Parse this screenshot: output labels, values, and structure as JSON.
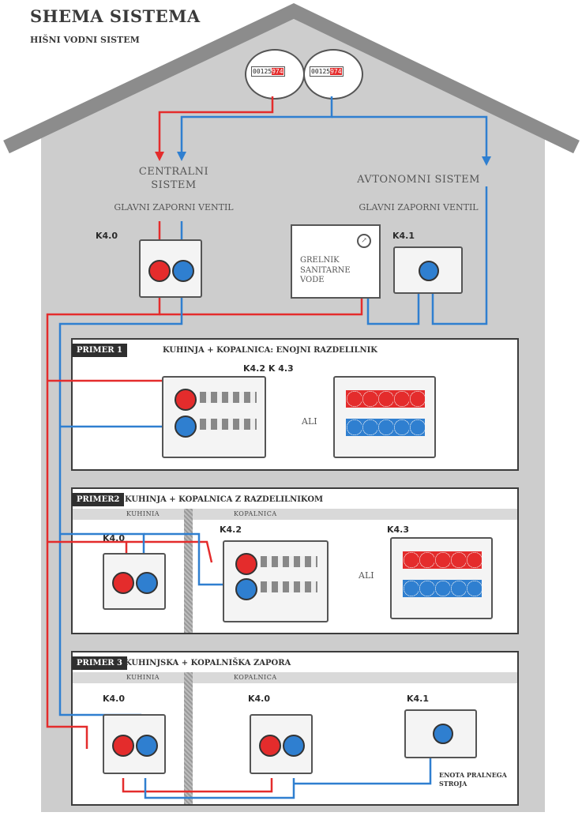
{
  "header": {
    "title": "SHEMA SISTEMA",
    "subtitle": "HIŠNI VODNI SISTEM"
  },
  "meters": {
    "left": {
      "digits_black": "00125",
      "digits_red": "974"
    },
    "right": {
      "digits_black": "00125",
      "digits_red": "974"
    }
  },
  "central": {
    "title_line1": "CENTRALNI",
    "title_line2": "SISTEM",
    "valve": "GLAVNI ZAPORNI VENTIL",
    "unit": "K4.0"
  },
  "autonomous": {
    "title": "AVTONOMNI SISTEM",
    "valve": "GLAVNI ZAPORNI VENTIL",
    "unit": "K4.1"
  },
  "heater": {
    "line1": "GRELNIK",
    "line2": "SANITARNE",
    "line3": "VODE"
  },
  "example1": {
    "tag": "PRIMER 1",
    "title": "KUHINJA + KOPALNICA: ENOJNI RAZDELILNIK",
    "units": "K4.2 K 4.3",
    "or": "ALI"
  },
  "example2": {
    "tag": "PRIMER2",
    "title": "KUHINJA + KOPALNICA Z RAZDELILNIKOM",
    "room_left": "KUHINIA",
    "room_right": "KOPALNICA",
    "unit_left": "K4.0",
    "unit_mid": "K4.2",
    "unit_right": "K4.3",
    "or": "ALI"
  },
  "example3": {
    "tag": "PRIMER 3",
    "title": "KUHINJSKA + KOPALNIŠKA ZAPORA",
    "room_left": "KUHINIA",
    "room_right": "KOPALNICA",
    "unit_left": "K4.0",
    "unit_mid": "K4.0",
    "unit_right": "K4.1",
    "washer_line1": "ENOTA PRALNEGA",
    "washer_line2": "STROJA"
  },
  "colors": {
    "hot": "#e42c2c",
    "cold": "#2f7fd0",
    "house": "#cfcfcf",
    "roof": "#8c8c8c"
  }
}
